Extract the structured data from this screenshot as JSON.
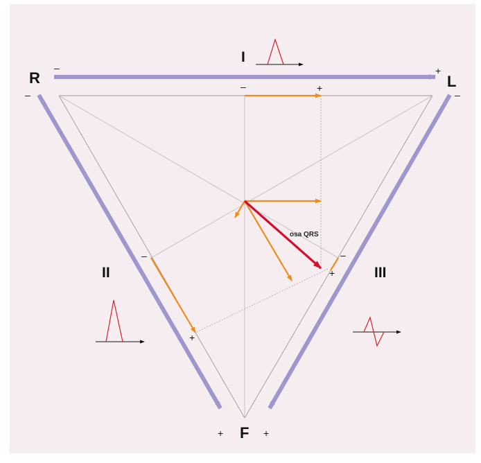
{
  "vertices": {
    "right_arm": "R",
    "left_arm": "L",
    "foot": "F"
  },
  "leads": {
    "lead_1": "I",
    "lead_2": "II",
    "lead_3": "III"
  },
  "polarity": {
    "minus": "–",
    "plus": "+"
  },
  "axis_label": "osa QRS",
  "colors": {
    "lead_arrow": "#9e96cc",
    "projection": "#f08c1c",
    "qrs_axis": "#d40e2e",
    "guide_line": "#9a9a9a",
    "waveform": "#d32030",
    "background": "#f6edf1"
  },
  "icons": {
    "lead_1_wave": "positive-qrs-complex-icon",
    "lead_2_wave": "tall-positive-qrs-complex-icon",
    "lead_3_wave": "biphasic-qrs-complex-icon"
  }
}
